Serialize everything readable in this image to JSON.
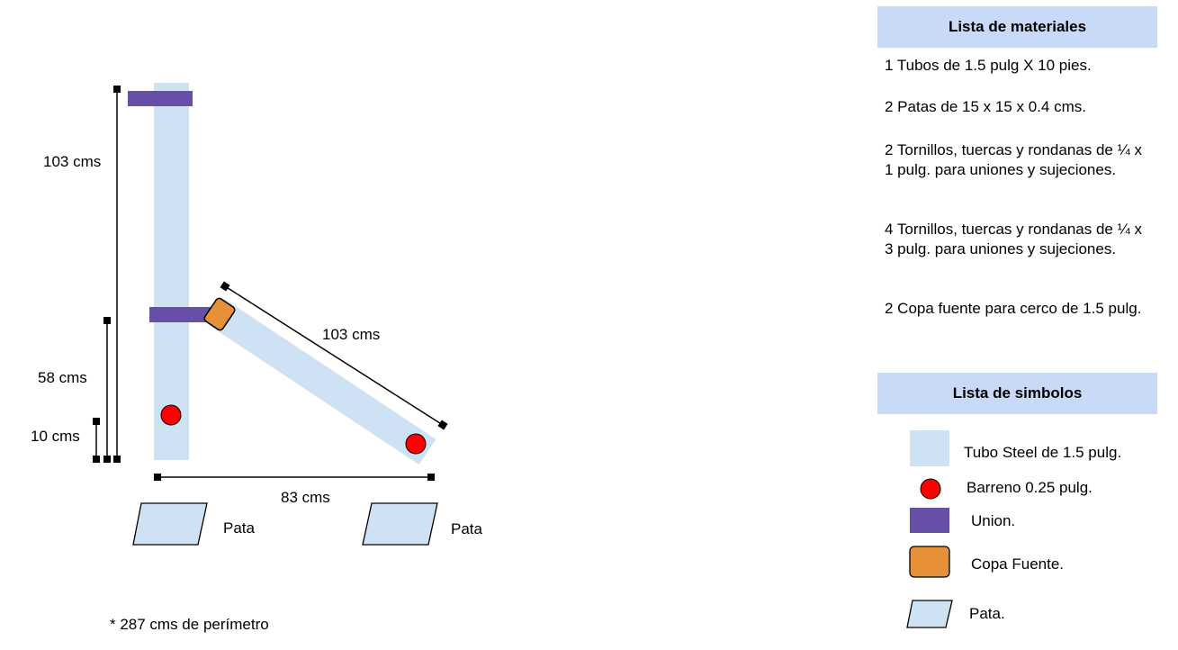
{
  "diagram": {
    "dim_top_height": "103 cms",
    "dim_diagonal": "103 cms",
    "dim_mid_height": "58 cms",
    "dim_low_height": "10 cms",
    "dim_base": "83 cms",
    "pata_left": "Pata",
    "pata_right": "Pata",
    "footnote": "* 287 cms de perímetro"
  },
  "materials": {
    "title": "Lista de materiales",
    "items": [
      "1 Tubos de 1.5 pulg X 10 pies.",
      "2 Patas de 15 x 15 x 0.4 cms.",
      "2 Tornillos, tuercas y rondanas de ¼ x 1 pulg. para uniones y sujeciones.",
      "4 Tornillos, tuercas y rondanas de ¼ x 3 pulg. para uniones y sujeciones.",
      "2 Copa fuente para cerco de 1.5 pulg."
    ]
  },
  "symbols": {
    "title": "Lista de simbolos",
    "items": [
      {
        "label": "Tubo Steel de 1.5 pulg.",
        "icon": "tube-icon"
      },
      {
        "label": "Barreno 0.25 pulg.",
        "icon": "drill-hole-icon"
      },
      {
        "label": "Union.",
        "icon": "union-icon"
      },
      {
        "label": "Copa Fuente.",
        "icon": "cup-fitting-icon"
      },
      {
        "label": "Pata.",
        "icon": "leg-plate-icon"
      }
    ]
  },
  "colors": {
    "tube": "#cfe2f3",
    "union": "#674ea7",
    "cup": "#e69138",
    "hole": "#ff0000",
    "header": "#c9daf8"
  }
}
